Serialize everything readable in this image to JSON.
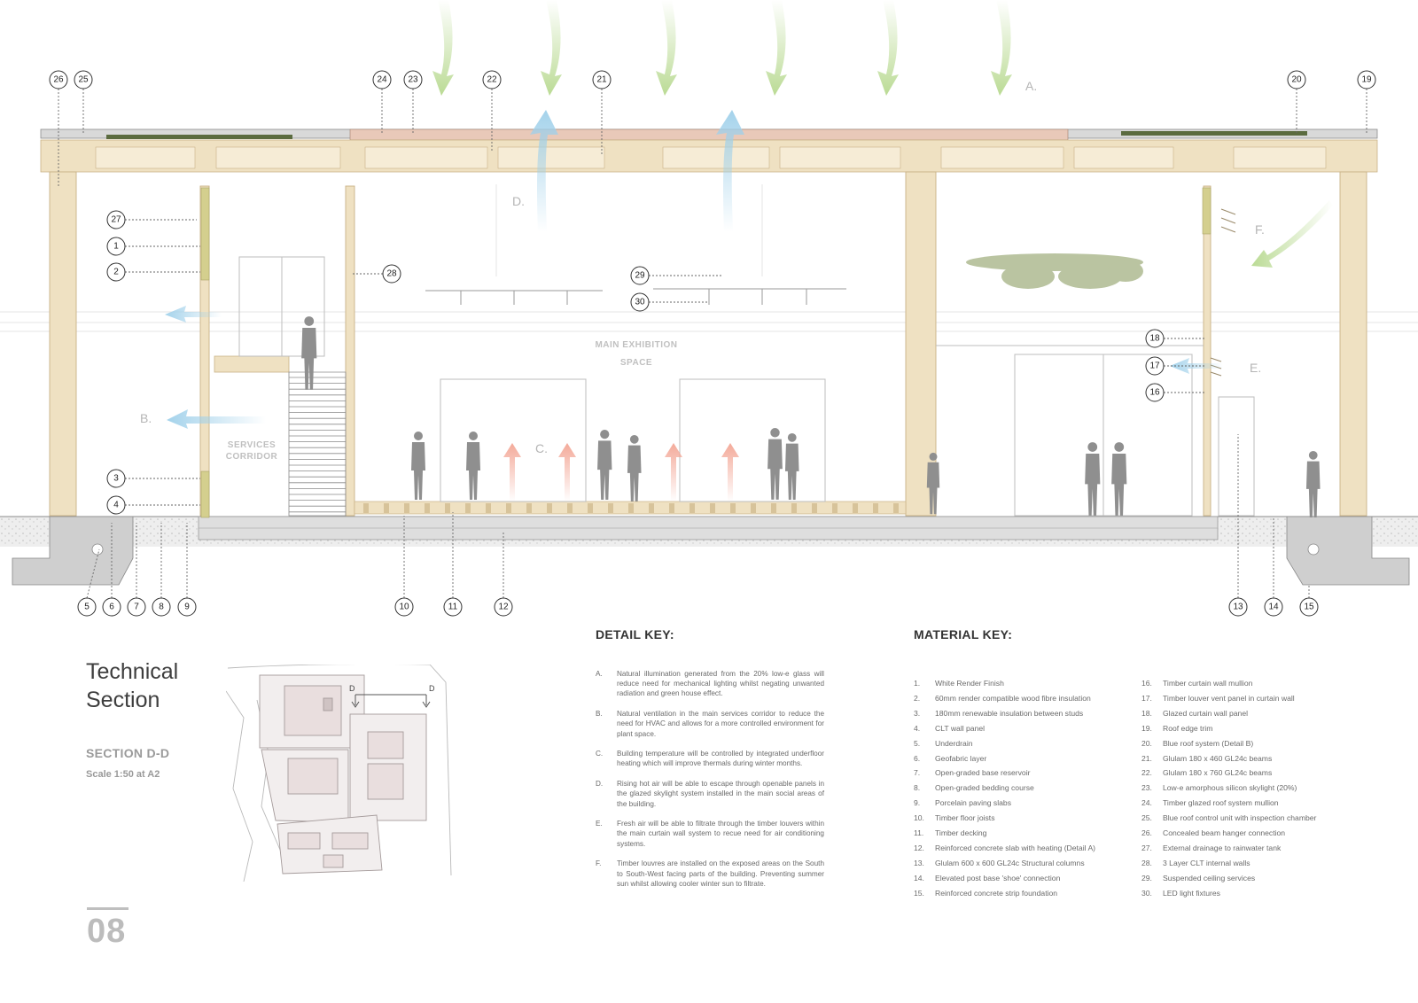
{
  "callouts": {
    "n1": "1",
    "n2": "2",
    "n3": "3",
    "n4": "4",
    "n5": "5",
    "n6": "6",
    "n7": "7",
    "n8": "8",
    "n9": "9",
    "n10": "10",
    "n11": "11",
    "n12": "12",
    "n13": "13",
    "n14": "14",
    "n15": "15",
    "n16": "16",
    "n17": "17",
    "n18": "18",
    "n19": "19",
    "n20": "20",
    "n21": "21",
    "n22": "22",
    "n23": "23",
    "n24": "24",
    "n25": "25",
    "n26": "26",
    "n27": "27",
    "n28": "28",
    "n29": "29",
    "n30": "30"
  },
  "zones": {
    "a": "A.",
    "b": "B.",
    "c": "C.",
    "d": "D.",
    "e": "E.",
    "f": "F."
  },
  "spaces": {
    "exhibition_line1": "MAIN EXHIBITION",
    "exhibition_line2": "SPACE",
    "corridor_line1": "SERVICES",
    "corridor_line2": "CORRIDOR"
  },
  "title": "Technical\nSection",
  "section_name": "SECTION D-D",
  "scale": "Scale 1:50 at A2",
  "page_number": "08",
  "site_plan": {
    "section_mark": "D"
  },
  "detail_key": {
    "heading": "DETAIL KEY:",
    "items": [
      {
        "letter": "A.",
        "text": "Natural illumination generated from the 20% low-e glass will reduce need for mechanical lighting whilst negating unwanted radiation and green house effect."
      },
      {
        "letter": "B.",
        "text": "Natural ventilation in the main services corridor to reduce the need for HVAC and allows for a more controlled environment for plant space."
      },
      {
        "letter": "C.",
        "text": "Building temperature will be controlled by integrated underfloor heating which will improve thermals during winter months."
      },
      {
        "letter": "D.",
        "text": "Rising hot air will be able to escape through openable panels in the glazed skylight system installed in the main social areas of the building."
      },
      {
        "letter": "E.",
        "text": "Fresh air will be able to filtrate through the timber louvers within the main curtain wall system to recue need for air conditioning systems."
      },
      {
        "letter": "F.",
        "text": "Timber louvres are installed on the exposed areas on the South to South-West facing parts of the building. Preventing summer sun whilst allowing cooler winter sun to filtrate."
      }
    ]
  },
  "material_key": {
    "heading": "MATERIAL KEY:",
    "column1": [
      {
        "num": "1.",
        "text": "White Render Finish"
      },
      {
        "num": "2.",
        "text": "60mm render compatible wood fibre insulation"
      },
      {
        "num": "3.",
        "text": "180mm renewable insulation between studs"
      },
      {
        "num": "4.",
        "text": "CLT wall panel"
      },
      {
        "num": "5.",
        "text": "Underdrain"
      },
      {
        "num": "6.",
        "text": "Geofabric layer"
      },
      {
        "num": "7.",
        "text": "Open-graded base reservoir"
      },
      {
        "num": "8.",
        "text": "Open-graded bedding course"
      },
      {
        "num": "9.",
        "text": "Porcelain paving slabs"
      },
      {
        "num": "10.",
        "text": "Timber floor joists"
      },
      {
        "num": "11.",
        "text": "Timber decking"
      },
      {
        "num": "12.",
        "text": "Reinforced concrete slab with heating (Detail A)"
      },
      {
        "num": "13.",
        "text": "Glulam 600 x 600 GL24c Structural columns"
      },
      {
        "num": "14.",
        "text": "Elevated post base 'shoe' connection"
      },
      {
        "num": "15.",
        "text": "Reinforced concrete strip foundation"
      }
    ],
    "column2": [
      {
        "num": "16.",
        "text": "Timber curtain wall mullion"
      },
      {
        "num": "17.",
        "text": "Timber louver vent panel in curtain wall"
      },
      {
        "num": "18.",
        "text": "Glazed curtain wall panel"
      },
      {
        "num": "19.",
        "text": "Roof edge trim"
      },
      {
        "num": "20.",
        "text": "Blue roof system (Detail B)"
      },
      {
        "num": "21.",
        "text": "Glulam 180 x 460 GL24c beams"
      },
      {
        "num": "22.",
        "text": "Glulam 180 x 760 GL24c beams"
      },
      {
        "num": "23.",
        "text": "Low-e amorphous silicon skylight (20%)"
      },
      {
        "num": "24.",
        "text": "Timber glazed roof system mullion"
      },
      {
        "num": "25.",
        "text": "Blue roof control unit with inspection chamber"
      },
      {
        "num": "26.",
        "text": "Concealed beam hanger connection"
      },
      {
        "num": "27.",
        "text": "External drainage to rainwater tank"
      },
      {
        "num": "28.",
        "text": "3 Layer CLT internal walls"
      },
      {
        "num": "29.",
        "text": "Suspended ceiling services"
      },
      {
        "num": "30.",
        "text": "LED light fixtures"
      }
    ]
  },
  "colors": {
    "timber": "#efe1c2",
    "timber_edge": "#c9b287",
    "concrete": "#cfcfcf",
    "green_arrow": "#b7d98f",
    "blue_arrow": "#9fd0ea",
    "red_arrow": "#f3a594",
    "figure": "#8f8f8f",
    "text_gray": "#6a6a6a"
  }
}
